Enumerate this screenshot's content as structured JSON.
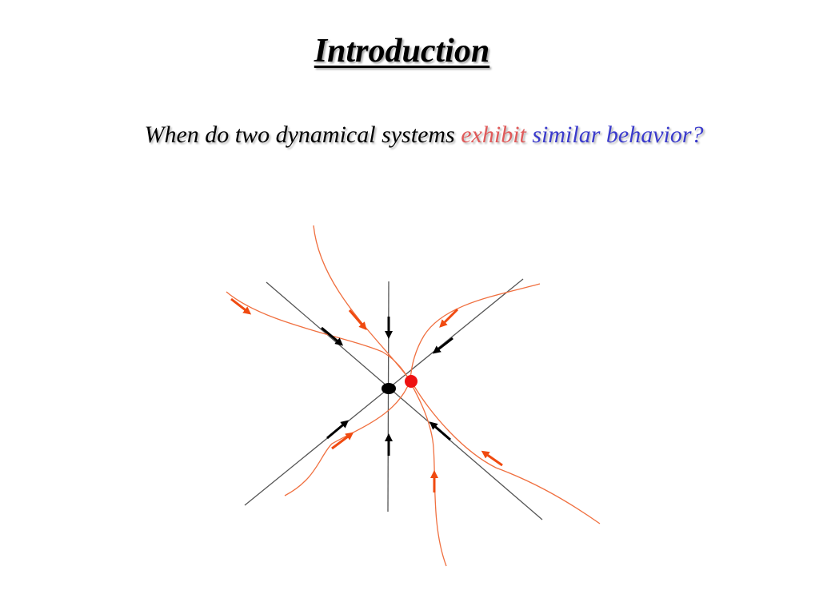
{
  "slide": {
    "title": "Introduction",
    "question": {
      "part1": "When do two dynamical systems ",
      "part2": "exhibit",
      "part3": " similar behavior?"
    }
  },
  "colors": {
    "title": "#000000",
    "question_main": "#000000",
    "question_exhibit": "#e05a5a",
    "question_similar": "#3a3acc",
    "axis_lines": "#555555",
    "orange_curves": "#f07040",
    "black_arrows": "#000000",
    "orange_arrows": "#f04a10",
    "black_fixed_point": "#000000",
    "red_fixed_point": "#ee1111"
  }
}
